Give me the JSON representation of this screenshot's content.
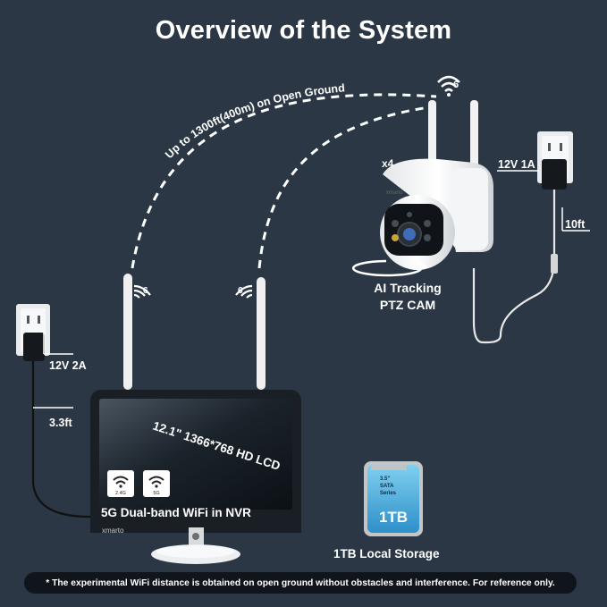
{
  "title": "Overview of the System",
  "range_label": "Up to 1300ft(400m) on Open Ground",
  "camera": {
    "brand": "xmarto",
    "count": "x4",
    "name_line1": "AI Tracking",
    "name_line2": "PTZ CAM",
    "power": "12V 1A",
    "cable_length": "10ft",
    "wifi_standard": "6"
  },
  "nvr": {
    "brand": "xmarto",
    "screen_spec": "12.1\" 1366*768 HD LCD",
    "wifi_label": "5G Dual-band WiFi in NVR",
    "power": "12V 2A",
    "cable_length": "3.3ft",
    "band_24": "2.4G",
    "band_5": "5G",
    "wifi_standard": "6"
  },
  "storage": {
    "capacity": "1TB",
    "spec_line1": "3.5\"",
    "spec_line2": "SATA",
    "spec_line3": "Series",
    "label": "1TB Local Storage"
  },
  "footer_note": "* The experimental WiFi distance is obtained on open ground without obstacles and interference. For reference only."
}
